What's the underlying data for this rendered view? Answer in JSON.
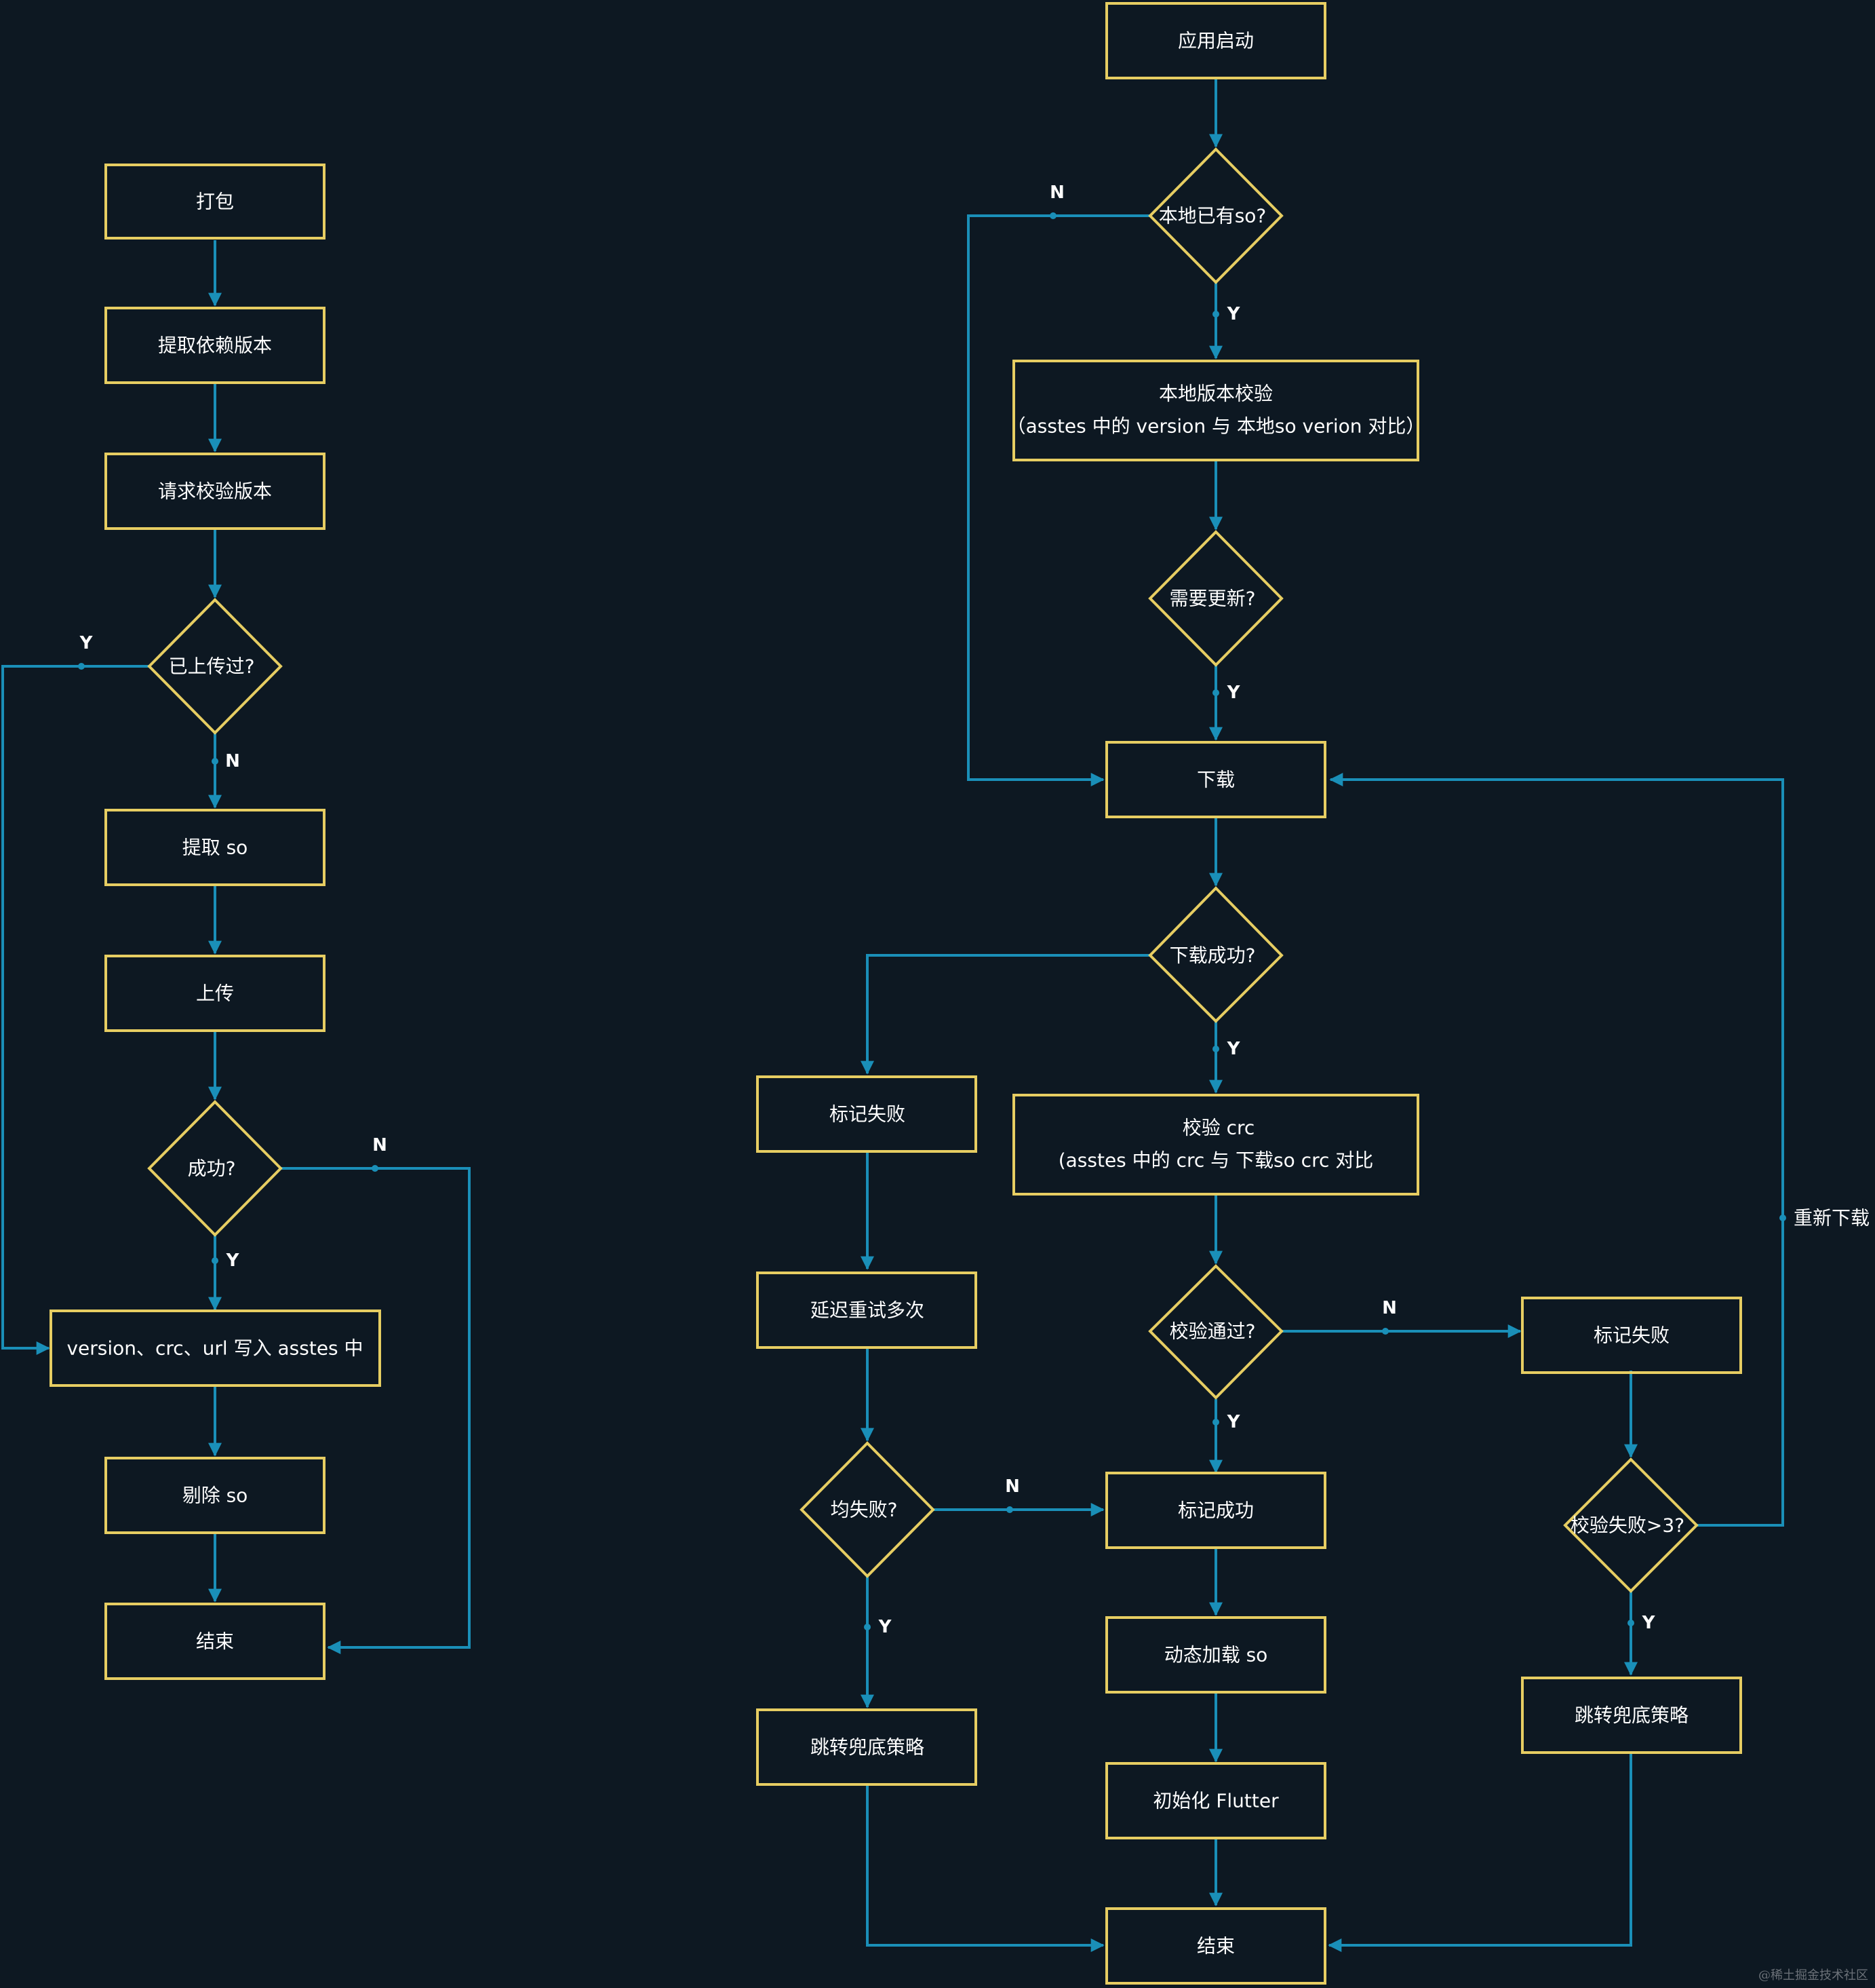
{
  "left_flow": {
    "pack": "打包",
    "extract_version": "提取依赖版本",
    "request_check": "请求校验版本",
    "uploaded_q": "已上传过?",
    "extract_so": "提取 so",
    "upload": "上传",
    "success_q": "成功?",
    "write_assets": "version、crc、url  写入 asstes 中",
    "remove_so": "剔除 so",
    "end": "结束"
  },
  "right_flow": {
    "app_start": "应用启动",
    "local_has_so_q": "本地已有so?",
    "local_version_check_line1": "本地版本校验",
    "local_version_check_line2": "（asstes 中的 version 与 本地so verion 对比）",
    "need_update_q": "需要更新?",
    "download": "下载",
    "download_success_q": "下载成功?",
    "mark_fail_left": "标记失败",
    "crc_check_line1": "校验 crc",
    "crc_check_line2": "(asstes 中的 crc 与 下载so crc 对比",
    "retry_delay": "延迟重试多次",
    "check_pass_q": "校验通过?",
    "mark_fail_right": "标记失败",
    "all_fail_q": "均失败?",
    "mark_success": "标记成功",
    "check_fail_gt3_q": "校验失败>3?",
    "dynamic_load_so": "动态加载 so",
    "fallback_left": "跳转兜底策略",
    "fallback_right": "跳转兜底策略",
    "init_flutter": "初始化 Flutter",
    "end": "结束"
  },
  "edge_labels": {
    "yes": "Y",
    "no": "N",
    "redownload": "重新下载"
  },
  "watermark": "@稀土掘金技术社区",
  "colors": {
    "background": "#0d1822",
    "node_border": "#e6cd62",
    "edge": "#1a8fb8",
    "text": "#ffffff"
  }
}
